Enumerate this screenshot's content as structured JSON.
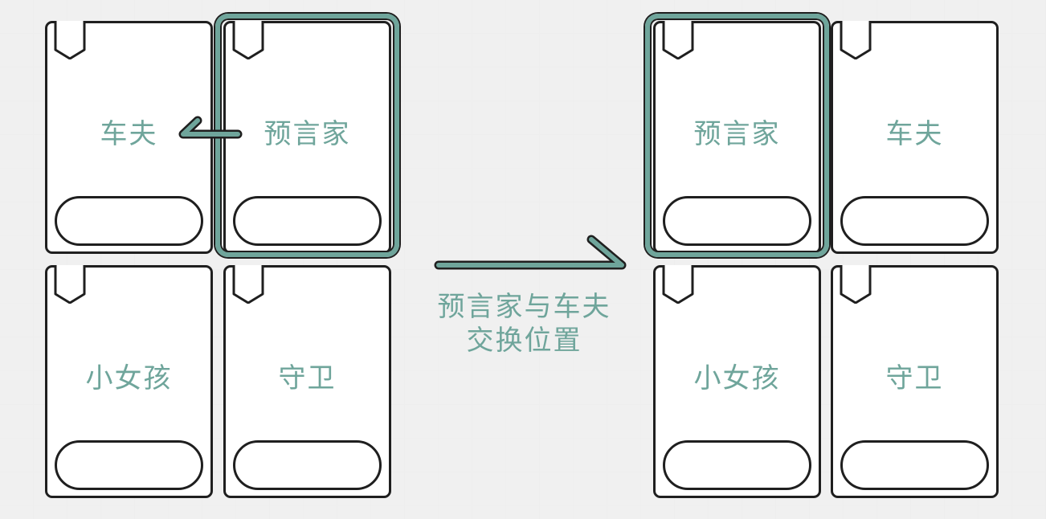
{
  "diagram": {
    "before": {
      "cards": [
        {
          "id": "tl",
          "label": "车夫"
        },
        {
          "id": "tr",
          "label": "预言家"
        },
        {
          "id": "bl",
          "label": "小女孩"
        },
        {
          "id": "br",
          "label": "守卫"
        }
      ]
    },
    "after": {
      "cards": [
        {
          "id": "tl",
          "label": "预言家"
        },
        {
          "id": "tr",
          "label": "车夫"
        },
        {
          "id": "bl",
          "label": "小女孩"
        },
        {
          "id": "br",
          "label": "守卫"
        }
      ]
    },
    "caption": {
      "line1": "预言家与车夫",
      "line2": "交换位置"
    },
    "colors": {
      "accent": "#6fa59b",
      "outline": "#1f1f1f",
      "card_fill": "#ffffff"
    },
    "icons": {
      "card_corner": "bookmark-tag-icon",
      "swap_arrow": "arrow-left-icon",
      "transition_arrow": "arrow-right-icon"
    }
  }
}
